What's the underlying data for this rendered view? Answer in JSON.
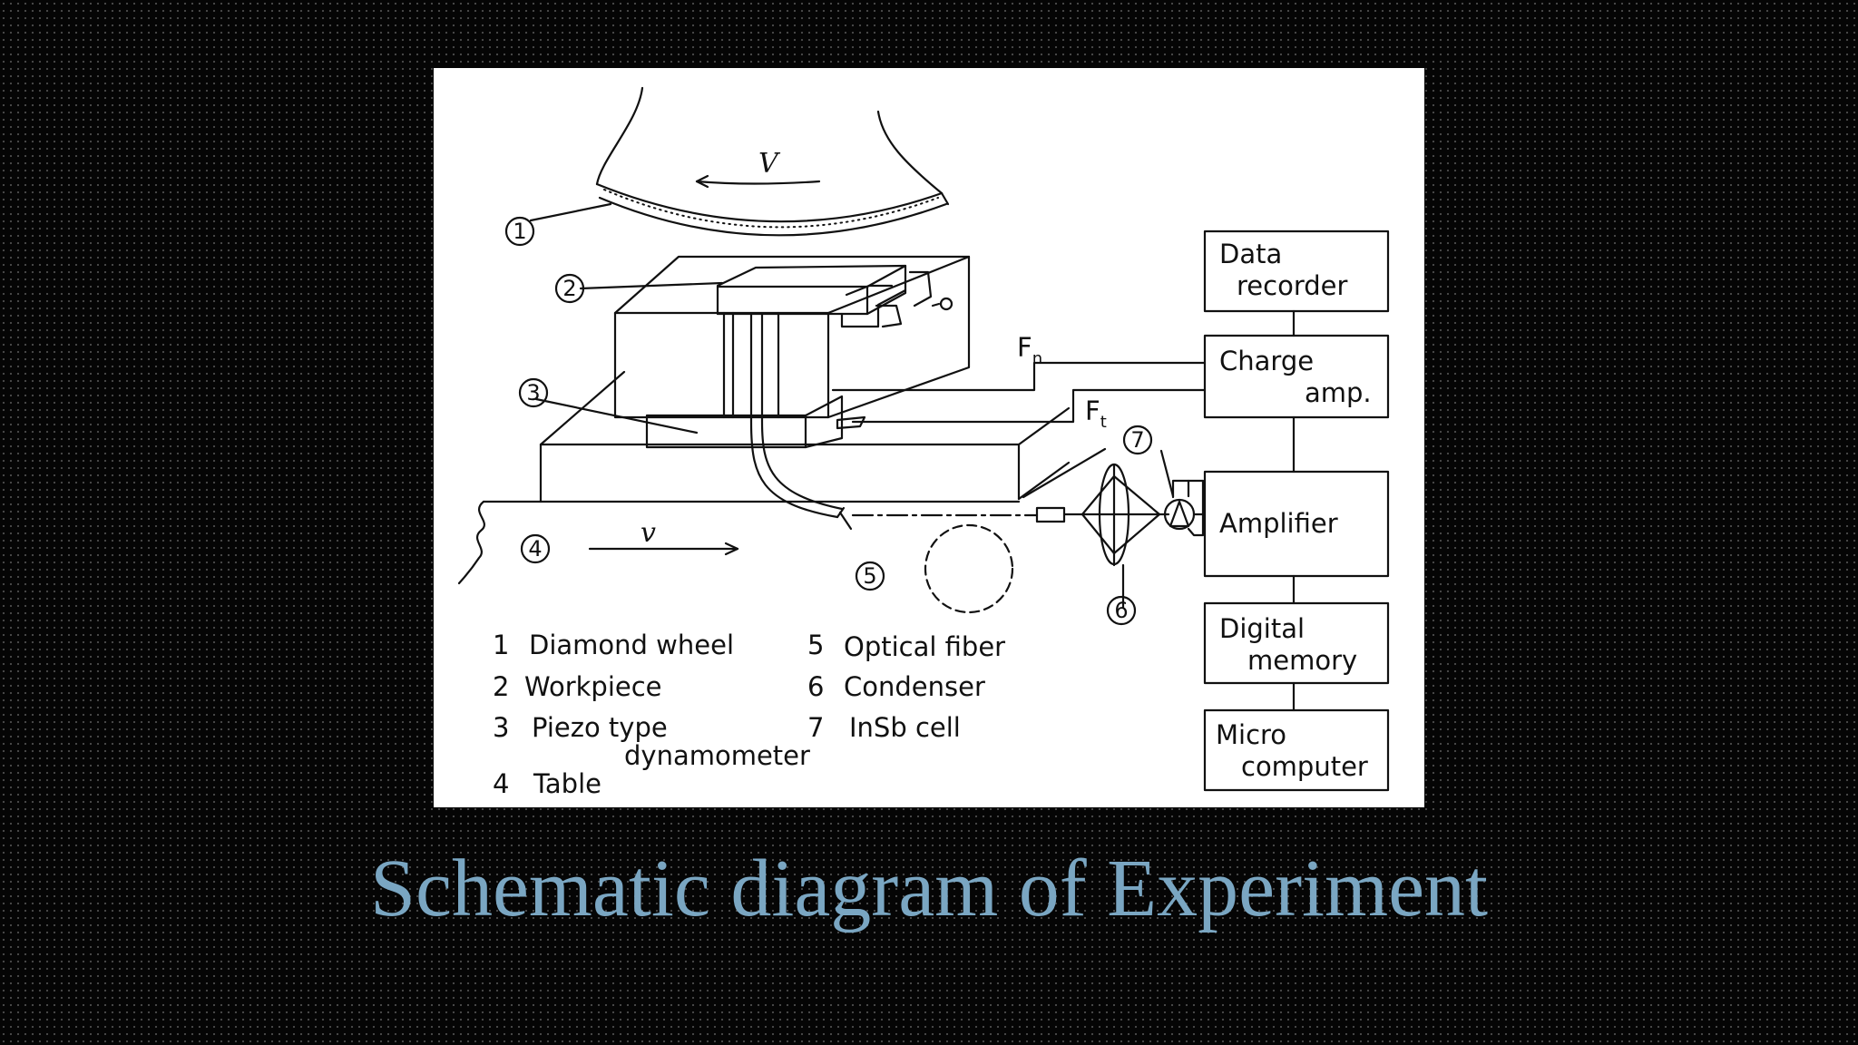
{
  "caption": "Schematic diagram of Experiment",
  "diagram": {
    "boxes": {
      "data_recorder": [
        "Data",
        "recorder"
      ],
      "charge_amp": [
        "Charge",
        "amp."
      ],
      "amplifier": "Amplifier",
      "digital_memory": [
        "Digital",
        "memory"
      ],
      "micro_computer": [
        "Micro",
        "computer"
      ]
    },
    "force_labels": {
      "normal": "F",
      "normal_sub": "n",
      "tangential": "F",
      "tangential_sub": "t"
    },
    "velocity_labels": {
      "wheel": "V",
      "table": "v"
    },
    "callouts": [
      "1",
      "2",
      "3",
      "4",
      "5",
      "6",
      "7"
    ],
    "legend": [
      {
        "num": "1",
        "text": "Diamond wheel"
      },
      {
        "num": "2",
        "text": "Workpiece"
      },
      {
        "num": "3",
        "text": "Piezo type",
        "text2": "dynamometer"
      },
      {
        "num": "4",
        "text": "Table"
      },
      {
        "num": "5",
        "text": "Optical fiber"
      },
      {
        "num": "6",
        "text": "Condenser"
      },
      {
        "num": "7",
        "text": "InSb cell"
      }
    ]
  }
}
